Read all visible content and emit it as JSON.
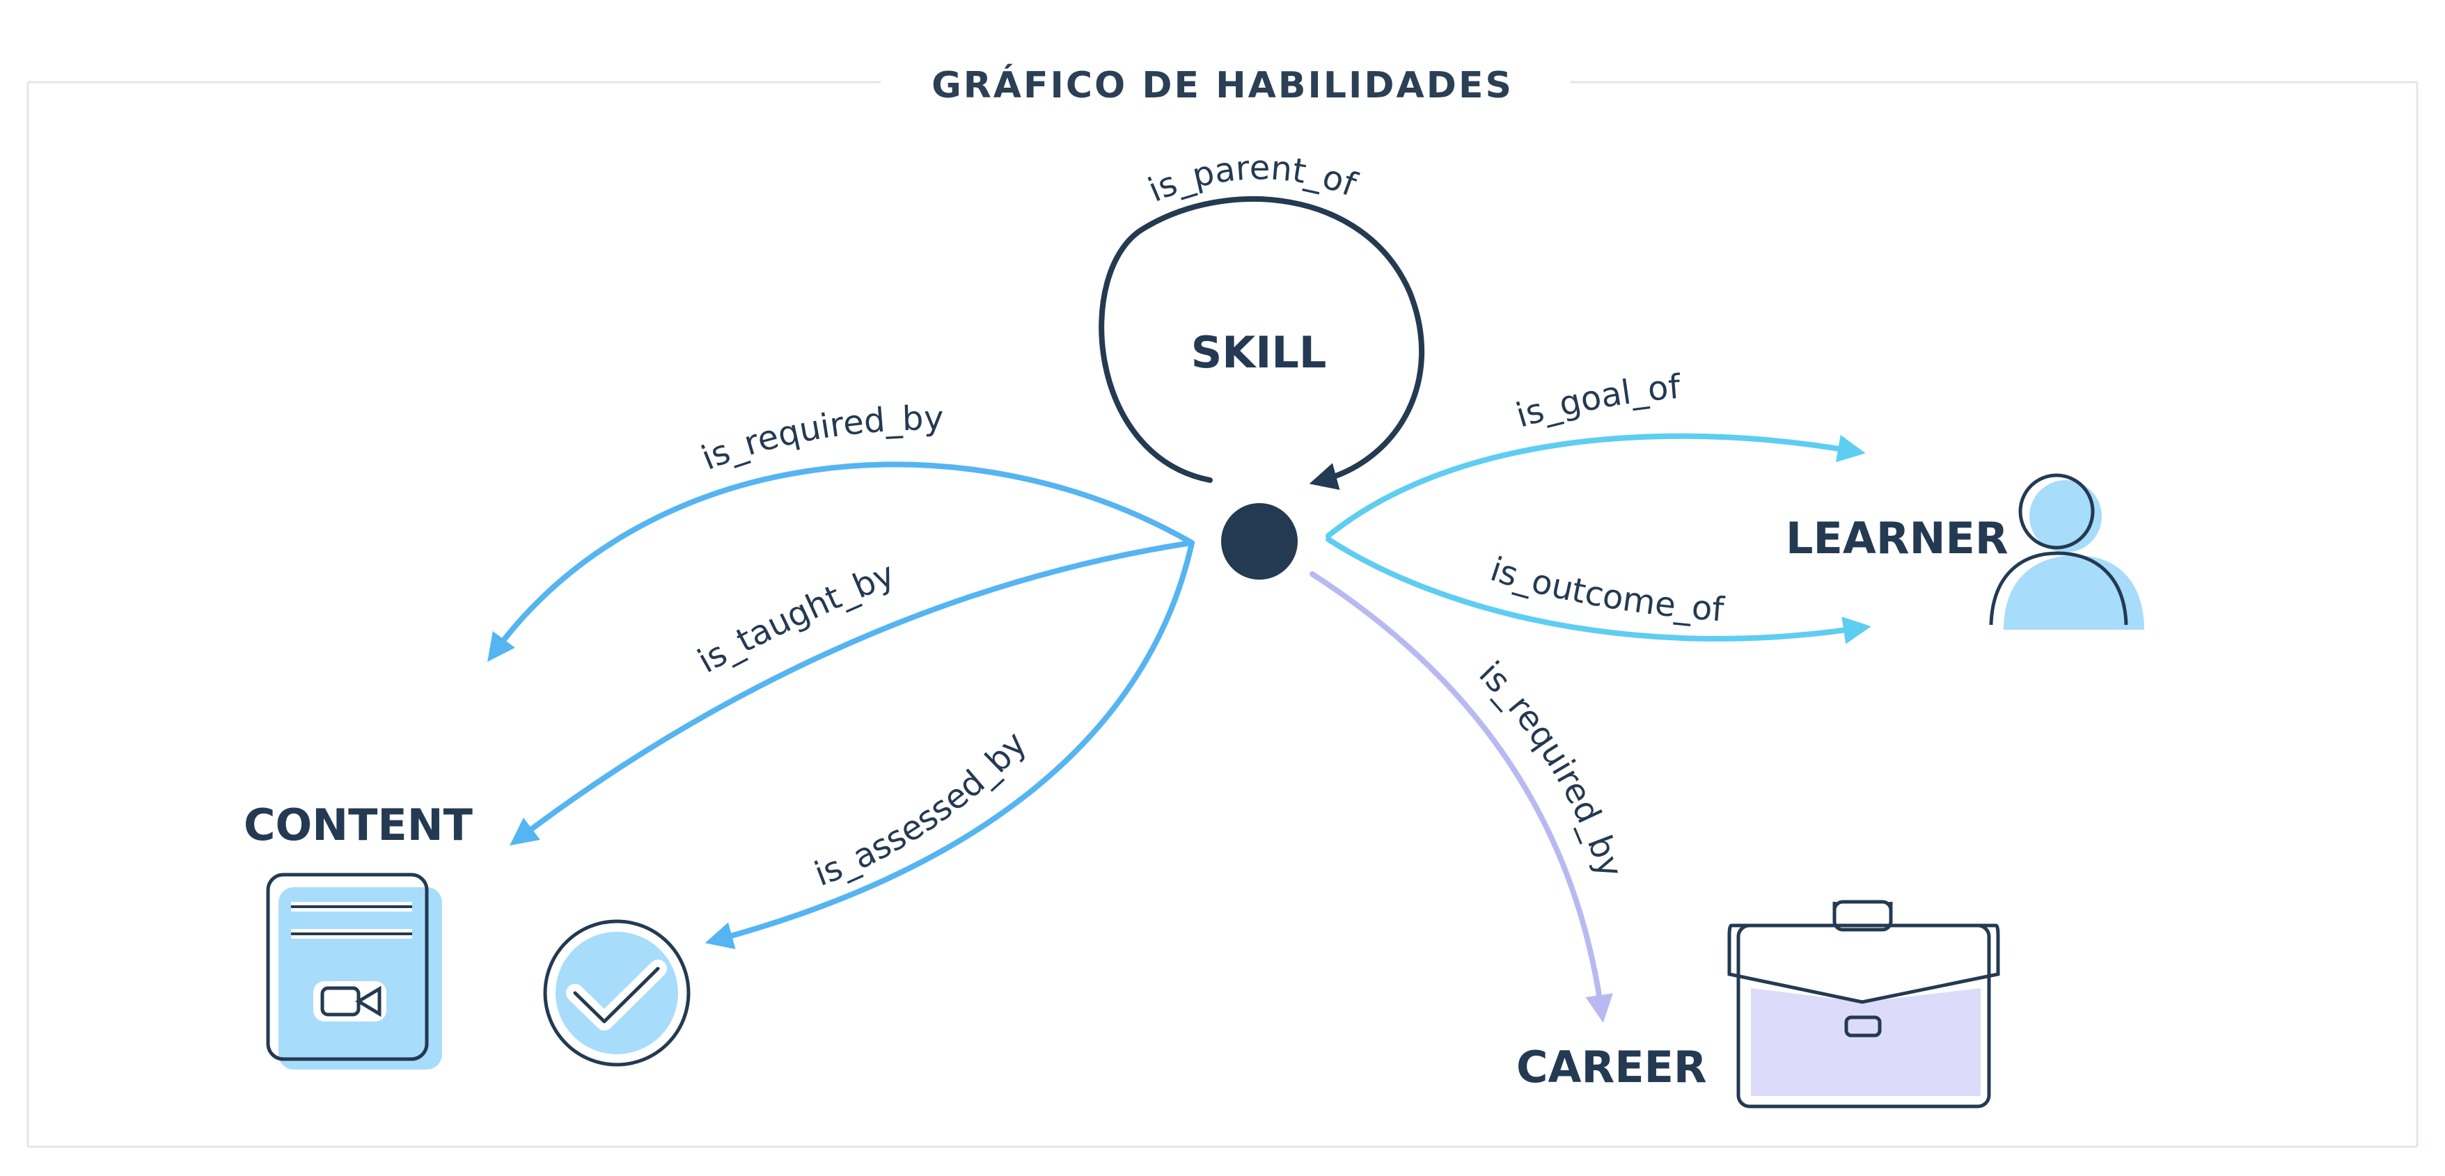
{
  "title": "GRÁFICO DE HABILIDADES",
  "nodes": {
    "skill": "SKILL",
    "learner": "LEARNER",
    "content": "CONTENT",
    "career": "CAREER"
  },
  "edges": {
    "is_parent_of": "is_parent_of",
    "is_goal_of": "is_goal_of",
    "is_outcome_of": "is_outcome_of",
    "is_required_by_content": "is_required_by",
    "is_taught_by": "is_taught_by",
    "is_assessed_by": "is_assessed_by",
    "is_required_by_career": "is_required_by"
  },
  "colors": {
    "dark": "#243a52",
    "blue": "#55b4f2",
    "cyan": "#5ecdf2",
    "lavender": "#b9b9f2",
    "light_blue_fill": "#a7dcfb",
    "lavender_fill": "#dcdcfa"
  },
  "icons": [
    "person-icon",
    "document-video-icon",
    "checkmark-badge-icon",
    "briefcase-icon"
  ]
}
